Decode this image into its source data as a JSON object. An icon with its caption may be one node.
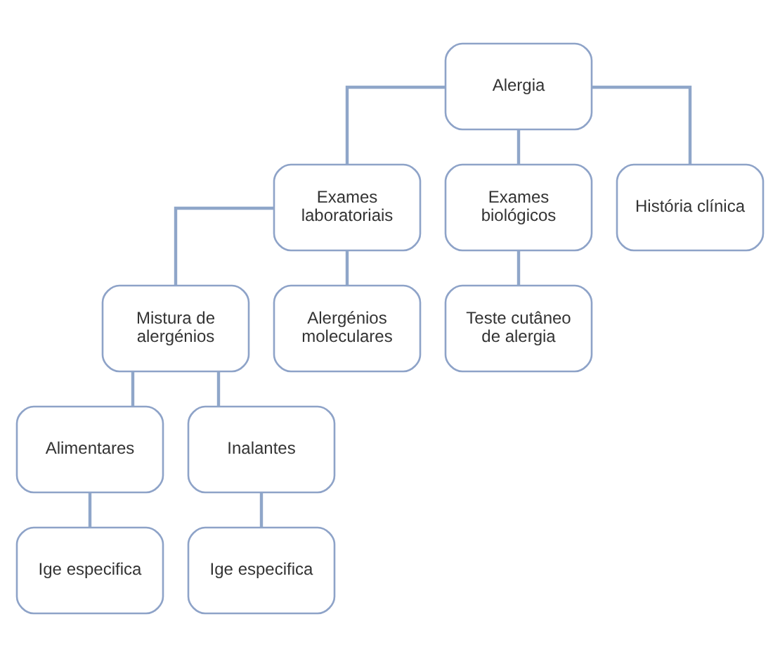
{
  "diagram": {
    "nodes": [
      {
        "text": [
          "Alergia"
        ]
      },
      {
        "text": [
          "Exames laboratoriais"
        ]
      },
      {
        "text": [
          "Exames biológicos"
        ]
      },
      {
        "text": [
          "História clínica"
        ]
      },
      {
        "text": [
          "Mistura de alergénios"
        ]
      },
      {
        "text": [
          "Alergénios moleculares"
        ]
      },
      {
        "text": [
          "Teste cutâneo de alergia"
        ]
      },
      {
        "text": [
          "Alimentares"
        ]
      },
      {
        "text": [
          "Inalantes"
        ]
      },
      {
        "text": [
          "Ige especifica"
        ]
      },
      {
        "text": [
          "Ige especifica"
        ]
      }
    ],
    "edges": [
      {
        "from": 0,
        "to": 1,
        "arrow": "none"
      },
      {
        "from": 0,
        "to": 2,
        "arrow": "none"
      },
      {
        "from": 0,
        "to": 3,
        "arrow": "none"
      },
      {
        "from": 1,
        "to": 4,
        "arrow": "none"
      },
      {
        "from": 1,
        "to": 5,
        "arrow": "none"
      },
      {
        "from": 2,
        "to": 6,
        "arrow": "none"
      },
      {
        "from": 4,
        "to": 7,
        "arrow": "none"
      },
      {
        "from": 4,
        "to": 8,
        "arrow": "none"
      },
      {
        "from": 7,
        "to": 9,
        "arrow": "none"
      },
      {
        "from": 8,
        "to": 10,
        "arrow": "none"
      }
    ]
  }
}
